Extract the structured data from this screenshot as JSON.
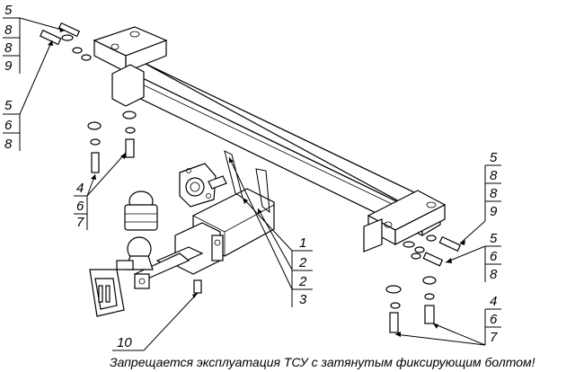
{
  "callouts": {
    "top_left": [
      "5",
      "8",
      "8",
      "9"
    ],
    "mid_left": [
      "5",
      "6",
      "8"
    ],
    "lower_left": [
      "4",
      "6",
      "7"
    ],
    "right_upper": [
      "5",
      "8",
      "8",
      "9"
    ],
    "right_mid": [
      "5",
      "6",
      "8"
    ],
    "right_lower": [
      "4",
      "6",
      "7"
    ],
    "center": [
      "1",
      "2",
      "2",
      "3"
    ],
    "bottom": "10"
  },
  "warning_text": "Запрещается эксплуатация ТСУ с затянутым фиксирующим болтом!"
}
